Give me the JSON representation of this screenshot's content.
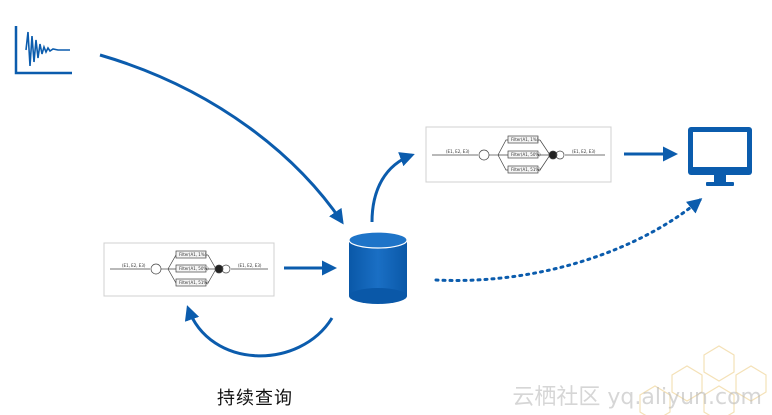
{
  "caption": "持续查询",
  "watermark": "云栖社区 yq.aliyun.com",
  "flow": {
    "input": "(E1, E2, E3)",
    "branches": [
      "Filter(A1, 1%)",
      "Filter(A1, 50%)",
      "Filter(A1, 51%)"
    ],
    "output": "(E1, E2, E3)"
  },
  "colors": {
    "accent": "#0B5CAD"
  }
}
